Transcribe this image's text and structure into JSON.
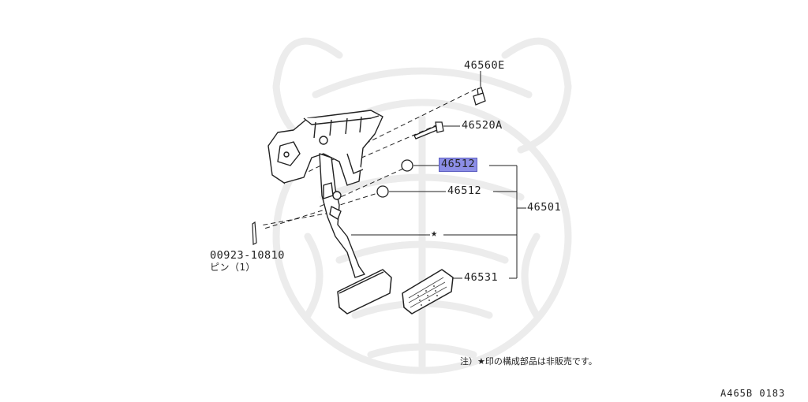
{
  "parts": {
    "p46560E": "46560E",
    "p46520A": "46520A",
    "p46512a": "46512",
    "p46512b": "46512",
    "p46501": "46501",
    "p46531": "46531",
    "pin_number": "00923-10810",
    "pin_name": "ピン（1）"
  },
  "star": "★",
  "footnote": "注）★印の構成部品は非販売です。",
  "diagram_code": "A465B 0183"
}
